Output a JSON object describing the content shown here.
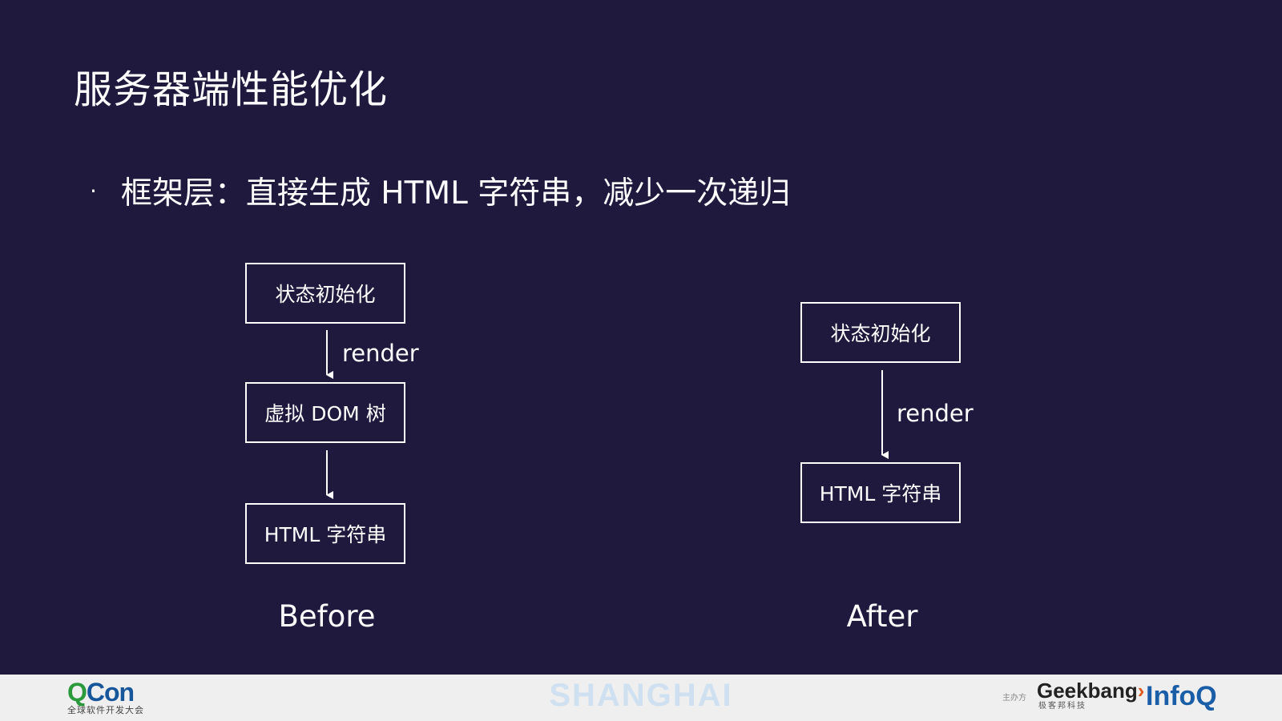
{
  "title": "服务器端性能优化",
  "bullet": {
    "marker": "·",
    "text": "框架层：直接生成 HTML 字符串，减少一次递归"
  },
  "before": {
    "boxes": [
      "状态初始化",
      "虚拟 DOM 树",
      "HTML 字符串"
    ],
    "edge_label": "render",
    "caption": "Before"
  },
  "after": {
    "boxes": [
      "状态初始化",
      "HTML 字符串"
    ],
    "edge_label": "render",
    "caption": "After"
  },
  "footer": {
    "left_logo": {
      "name": "QCon",
      "part_a": "Q",
      "part_b": "Con",
      "subtitle": "全球软件开发大会"
    },
    "city": "SHANGHAI",
    "sponsor_label": "主办方",
    "geekbang_logo": {
      "name": "Geekbang",
      "subtitle": "极客邦科技"
    },
    "infoq_logo": {
      "name": "InfoQ"
    }
  },
  "colors": {
    "background": "#1e193d",
    "foreground": "#ffffff",
    "footer_background": "#efefef",
    "qcon_green": "#2a9a3c",
    "qcon_blue": "#17569b",
    "city_text": "#cfe0f0",
    "geekbang_accent": "#e05a1f",
    "infoq_blue": "#1a5ea8"
  }
}
